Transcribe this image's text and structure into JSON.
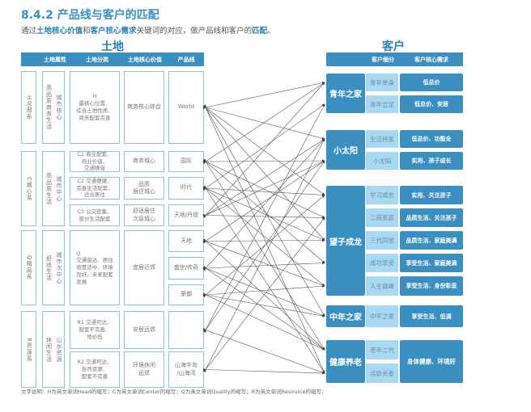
{
  "title": "8.4.2 产品线与客户的匹配",
  "subtitle": {
    "p1": "通过",
    "h1": "土地核心价值",
    "p2": "和",
    "h2": "客户核心需求",
    "p3": "关键词的对应，做产品线和客户的",
    "h3": "匹配",
    "p4": "。"
  },
  "land": {
    "heading": "土地",
    "headers": [
      "土地属性",
      "土地分类",
      "土地核心价值",
      "产品线"
    ],
    "series": [
      {
        "name": "H总部系",
        "attr": "高品质商务生活",
        "attr2": "城市核心",
        "classes": [
          "H\n最核心位置、\n综合土地性质、\n商务配套完善"
        ],
        "values": [
          "商务核心综合"
        ],
        "products": [
          "World"
        ]
      },
      {
        "name": "C城心系",
        "attr": "高品质生活",
        "attr2": "城市中心",
        "classes": [
          "C1 商业配套、\n商业价值、\n交通噪音",
          "C2 交通便捷、\n完善生活配套、\n适合居住",
          "C3 公交密集、\n部分生活配套"
        ],
        "values": [
          "商务城心",
          "品质\n居住城心",
          "舒适居住\n次级城心"
        ],
        "products": [
          "国际",
          "时代",
          "天地/丹堤"
        ]
      },
      {
        "name": "Q精品系",
        "attr": "舒适生活",
        "attr2": "城市次中心",
        "classes": [
          "Q\n交通直达、居住\n密度适中、环境\n良好，未来配套\n发展"
        ],
        "values": [
          "宜居近郊"
        ],
        "products": [
          "天地",
          "盛世/传奇",
          "荣御"
        ]
      },
      {
        "name": "R资源系",
        "attr": "休闲生活",
        "attr2": "山水资源",
        "classes": [
          "R1 交通可达、\n配套不完善、\n地价低",
          "R2 交通可达、\n自然资源、\n配套不完善"
        ],
        "values": [
          "安居远郊",
          "环境休闲\n远郊"
        ],
        "products": [
          "",
          "山海半岛\n/山海湾"
        ]
      }
    ]
  },
  "customer": {
    "heading": "客户",
    "headers": [
      "客户细分",
      "客户核心需求"
    ],
    "groups": [
      {
        "name": "青年之家",
        "segments": [
          "青年单身",
          "青年立足"
        ],
        "needs": [
          "低总价",
          "低总价、安居"
        ]
      },
      {
        "name": "小太阳",
        "segments": [
          "生活持家",
          "小太阳"
        ],
        "needs": [
          "低总价、功能全",
          "实用、孩子成长"
        ]
      },
      {
        "name": "望子成龙",
        "segments": [
          "学习成长",
          "二孩家庭",
          "三代同堂",
          "成功享受",
          "人生巅峰"
        ],
        "needs": [
          "实用、关注孩子",
          "品质生活、关注孩子",
          "品质生活、家庭美满",
          "享受生活、家庭美满",
          "享受生活、身份彰显"
        ]
      },
      {
        "name": "中年之家",
        "segments": [
          "中年之家"
        ],
        "needs": [
          "享受生活、低调"
        ]
      },
      {
        "name": "健康养老",
        "segments": [
          "老年二代",
          "活跃长者"
        ],
        "needs": [
          "身体健康、环境好"
        ]
      }
    ]
  },
  "footnote": "文字说明：H为英文单词Head的缩写；C为英文单词Center的缩写；Q为英文单词Quality的缩写；R为英文单词Resource的缩写；",
  "colors": {
    "accent": "#3a8fc0",
    "light": "#a9d8f2",
    "border": "#8ec1da"
  }
}
